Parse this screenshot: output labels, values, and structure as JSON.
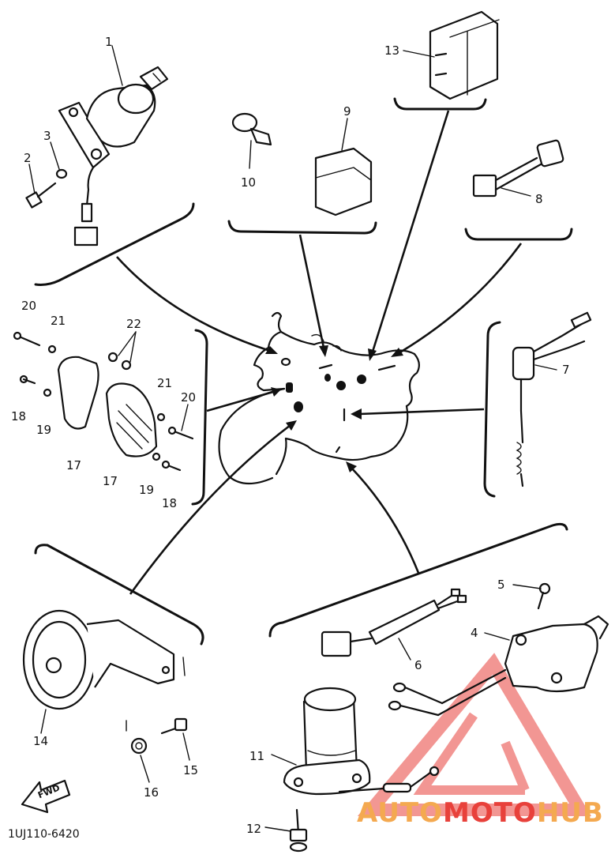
{
  "parts": [
    {
      "id": "p1",
      "label": "1"
    },
    {
      "id": "p2",
      "label": "2"
    },
    {
      "id": "p3",
      "label": "3"
    },
    {
      "id": "p4",
      "label": "4"
    },
    {
      "id": "p5",
      "label": "5"
    },
    {
      "id": "p6",
      "label": "6"
    },
    {
      "id": "p7",
      "label": "7"
    },
    {
      "id": "p8",
      "label": "8"
    },
    {
      "id": "p9",
      "label": "9"
    },
    {
      "id": "p10",
      "label": "10"
    },
    {
      "id": "p11",
      "label": "11"
    },
    {
      "id": "p12",
      "label": "12"
    },
    {
      "id": "p13",
      "label": "13"
    },
    {
      "id": "p14",
      "label": "14"
    },
    {
      "id": "p15",
      "label": "15"
    },
    {
      "id": "p16",
      "label": "16"
    },
    {
      "id": "p17a",
      "label": "17"
    },
    {
      "id": "p17b",
      "label": "17"
    },
    {
      "id": "p18a",
      "label": "18"
    },
    {
      "id": "p18b",
      "label": "18"
    },
    {
      "id": "p19a",
      "label": "19"
    },
    {
      "id": "p19b",
      "label": "19"
    },
    {
      "id": "p20a",
      "label": "20"
    },
    {
      "id": "p20b",
      "label": "20"
    },
    {
      "id": "p21a",
      "label": "21"
    },
    {
      "id": "p21b",
      "label": "21"
    },
    {
      "id": "p22",
      "label": "22"
    }
  ],
  "fwd_label": "FWD",
  "diagram_code": "1UJ110-6420",
  "watermark": {
    "part1": "AUTO",
    "part2": "MOTO",
    "part3": "HUB",
    "color_red": "#e8413b",
    "color_gold": "#f4a950"
  }
}
